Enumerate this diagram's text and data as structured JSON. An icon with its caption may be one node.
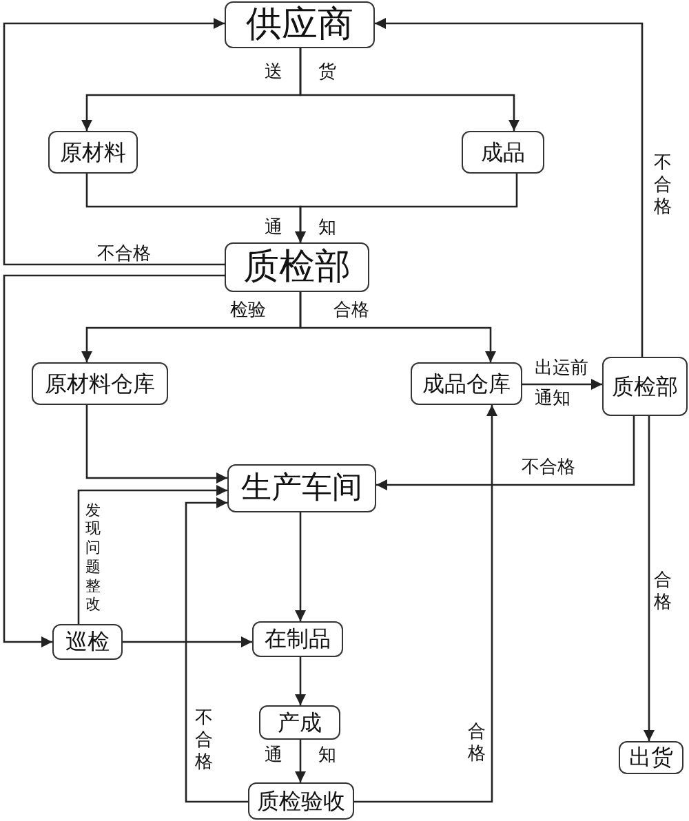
{
  "diagram": {
    "nodes": [
      {
        "text": [
          "供应商"
        ]
      },
      {
        "text": [
          "原材料"
        ]
      },
      {
        "text": [
          "成品"
        ]
      },
      {
        "text": [
          "质检部"
        ]
      },
      {
        "text": [
          "原材料仓库"
        ]
      },
      {
        "text": [
          "成品仓库"
        ]
      },
      {
        "text": [
          "质检部"
        ]
      },
      {
        "text": [
          "生产车间"
        ]
      },
      {
        "text": [
          "巡检"
        ]
      },
      {
        "text": [
          "在制品"
        ]
      },
      {
        "text": [
          "产成"
        ]
      },
      {
        "text": [
          "质检验收"
        ]
      },
      {
        "text": [
          "出货"
        ]
      }
    ],
    "edges": [
      {
        "from": 0,
        "to": 1,
        "arrow": "to",
        "label": "送 货"
      },
      {
        "from": 0,
        "to": 2,
        "arrow": "to"
      },
      {
        "from": 1,
        "to": 3,
        "arrow": "to",
        "label": "通 知"
      },
      {
        "from": 2,
        "to": 3,
        "arrow": "to"
      },
      {
        "from": 3,
        "to": 0,
        "arrow": "to",
        "label": "不合格"
      },
      {
        "from": 3,
        "to": 8,
        "arrow": "to"
      },
      {
        "from": 3,
        "to": 4,
        "arrow": "to",
        "label": "检验"
      },
      {
        "from": 3,
        "to": 5,
        "arrow": "to",
        "label": "合格"
      },
      {
        "from": 4,
        "to": 7,
        "arrow": "to"
      },
      {
        "from": 5,
        "to": 6,
        "arrow": "to",
        "label": "出运前通知"
      },
      {
        "from": 6,
        "to": 0,
        "arrow": "to",
        "label": "不合格"
      },
      {
        "from": 6,
        "to": 7,
        "arrow": "to",
        "label": "不合格"
      },
      {
        "from": 6,
        "to": 12,
        "arrow": "to",
        "label": "合格"
      },
      {
        "from": 8,
        "to": 7,
        "arrow": "to",
        "label": "发现问题整改"
      },
      {
        "from": 8,
        "to": 9,
        "arrow": "to"
      },
      {
        "from": 7,
        "to": 9,
        "arrow": "to"
      },
      {
        "from": 9,
        "to": 10,
        "arrow": "to"
      },
      {
        "from": 10,
        "to": 11,
        "arrow": "to",
        "label": "通 知"
      },
      {
        "from": 11,
        "to": 7,
        "arrow": "to",
        "label": "不合格"
      },
      {
        "from": 11,
        "to": 5,
        "arrow": "to",
        "label": "合格"
      }
    ]
  }
}
